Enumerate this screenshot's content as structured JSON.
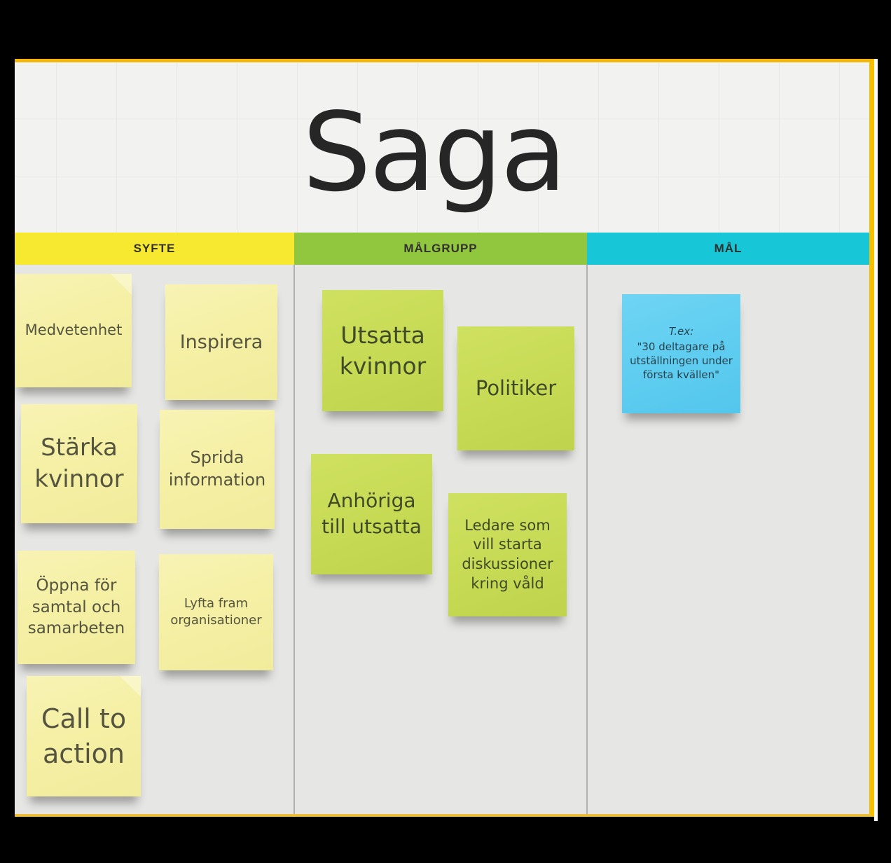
{
  "board": {
    "title": "Saga",
    "columns": [
      {
        "label": "SYFTE",
        "color": "#f6e930"
      },
      {
        "label": "MÅLGRUPP",
        "color": "#90c73e"
      },
      {
        "label": "MÅL",
        "color": "#17c6d7"
      }
    ]
  },
  "notes": {
    "syfte": [
      "Medvetenhet",
      "Inspirera",
      "Stärka kvinnor",
      "Sprida information",
      "Öppna för samtal och samarbeten",
      "Lyfta fram organisationer",
      "Call to action"
    ],
    "malgrupp": [
      "Utsatta kvinnor",
      "Politiker",
      "Anhöriga till utsatta",
      "Ledare som vill starta diskussioner kring våld"
    ],
    "mal": [
      {
        "prefix": "T.ex:",
        "text": "\"30 deltagare på utställningen under första kvällen\""
      }
    ]
  },
  "colors": {
    "frame_border": "#f2b70a",
    "header_yellow": "#f6e930",
    "header_green": "#90c73e",
    "header_cyan": "#17c6d7",
    "note_yellow": "#f5f0a5",
    "note_green": "#c7da54",
    "note_blue": "#5ecdf0",
    "title_bg": "#f2f2f1",
    "body_bg": "#e6e6e4"
  }
}
